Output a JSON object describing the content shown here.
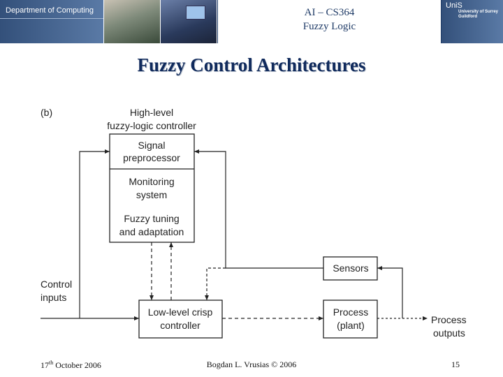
{
  "header": {
    "department": "Department of Computing",
    "course_title": "AI – CS364",
    "course_subtitle": "Fuzzy Logic",
    "uni_logo": "UniS",
    "uni_name_line1": "University of Surrey",
    "uni_name_line2": "Guildford"
  },
  "slide": {
    "title": "Fuzzy Control Architectures"
  },
  "diagram": {
    "panel_label": "(b)",
    "controller_title_line1": "High-level",
    "controller_title_line2": "fuzzy-logic controller",
    "signal_line1": "Signal",
    "signal_line2": "preprocessor",
    "monitoring_line1": "Monitoring",
    "monitoring_line2": "system",
    "tuning_line1": "Fuzzy tuning",
    "tuning_line2": "and adaptation",
    "sensors": "Sensors",
    "control_inputs_line1": "Control",
    "control_inputs_line2": "inputs",
    "crisp_line1": "Low-level crisp",
    "crisp_line2": "controller",
    "process_line1": "Process",
    "process_line2": "(plant)",
    "outputs_line1": "Process",
    "outputs_line2": "outputs"
  },
  "footer": {
    "date_day": "17",
    "date_suffix": "th",
    "date_rest": " October 2006",
    "author": "Bogdan L. Vrusias © 2006",
    "page": "15"
  }
}
